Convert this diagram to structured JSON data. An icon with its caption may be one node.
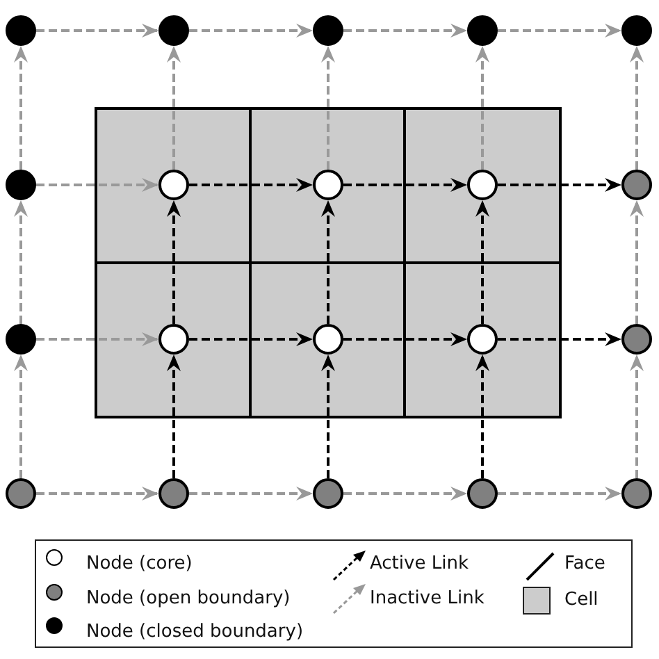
{
  "diagram": {
    "nodes": [
      {
        "text": [],
        "shape": "circle"
      },
      {
        "text": [],
        "shape": "circle"
      },
      {
        "text": [],
        "shape": "circle"
      },
      {
        "text": [],
        "shape": "circle"
      },
      {
        "text": [],
        "shape": "circle"
      },
      {
        "text": [],
        "shape": "circle"
      },
      {
        "text": [],
        "shape": "circle"
      },
      {
        "text": [],
        "shape": "circle"
      },
      {
        "text": [],
        "shape": "circle"
      },
      {
        "text": [],
        "shape": "circle"
      },
      {
        "text": [],
        "shape": "circle"
      },
      {
        "text": [],
        "shape": "circle"
      },
      {
        "text": [],
        "shape": "circle"
      },
      {
        "text": [],
        "shape": "circle"
      },
      {
        "text": [],
        "shape": "circle"
      },
      {
        "text": [],
        "shape": "circle"
      },
      {
        "text": [],
        "shape": "circle"
      },
      {
        "text": [],
        "shape": "circle"
      },
      {
        "text": [],
        "shape": "circle"
      },
      {
        "text": [],
        "shape": "circle"
      }
    ],
    "edges": [
      {
        "from": 0,
        "to": 1,
        "arrow": "to",
        "style": "dashed"
      },
      {
        "from": 1,
        "to": 2,
        "arrow": "to",
        "style": "dashed"
      },
      {
        "from": 2,
        "to": 3,
        "arrow": "to",
        "style": "dashed"
      },
      {
        "from": 3,
        "to": 4,
        "arrow": "to",
        "style": "dashed"
      },
      {
        "from": 5,
        "to": 6,
        "arrow": "to",
        "style": "dashed"
      },
      {
        "from": 6,
        "to": 7,
        "arrow": "to",
        "style": "dashed",
        "color": "#000000"
      },
      {
        "from": 7,
        "to": 8,
        "arrow": "to",
        "style": "dashed",
        "color": "#000000"
      },
      {
        "from": 8,
        "to": 9,
        "arrow": "to",
        "style": "dashed",
        "color": "#000000"
      },
      {
        "from": 10,
        "to": 11,
        "arrow": "to",
        "style": "dashed"
      },
      {
        "from": 11,
        "to": 12,
        "arrow": "to",
        "style": "dashed",
        "color": "#000000"
      },
      {
        "from": 12,
        "to": 13,
        "arrow": "to",
        "style": "dashed",
        "color": "#000000"
      },
      {
        "from": 13,
        "to": 14,
        "arrow": "to",
        "style": "dashed",
        "color": "#000000"
      },
      {
        "from": 15,
        "to": 16,
        "arrow": "to",
        "style": "dashed"
      },
      {
        "from": 16,
        "to": 17,
        "arrow": "to",
        "style": "dashed"
      },
      {
        "from": 17,
        "to": 18,
        "arrow": "to",
        "style": "dashed"
      },
      {
        "from": 18,
        "to": 19,
        "arrow": "to",
        "style": "dashed"
      },
      {
        "from": 15,
        "to": 10,
        "arrow": "to",
        "style": "dashed"
      },
      {
        "from": 10,
        "to": 5,
        "arrow": "to",
        "style": "dashed"
      },
      {
        "from": 5,
        "to": 0,
        "arrow": "to",
        "style": "dashed"
      },
      {
        "from": 16,
        "to": 11,
        "arrow": "to",
        "style": "dashed",
        "color": "#000000"
      },
      {
        "from": 11,
        "to": 6,
        "arrow": "to",
        "style": "dashed",
        "color": "#000000"
      },
      {
        "from": 6,
        "to": 1,
        "arrow": "to",
        "style": "dashed"
      },
      {
        "from": 17,
        "to": 12,
        "arrow": "to",
        "style": "dashed",
        "color": "#000000"
      },
      {
        "from": 12,
        "to": 7,
        "arrow": "to",
        "style": "dashed",
        "color": "#000000"
      },
      {
        "from": 7,
        "to": 2,
        "arrow": "to",
        "style": "dashed"
      },
      {
        "from": 18,
        "to": 13,
        "arrow": "to",
        "style": "dashed",
        "color": "#000000"
      },
      {
        "from": 13,
        "to": 8,
        "arrow": "to",
        "style": "dashed",
        "color": "#000000"
      },
      {
        "from": 8,
        "to": 3,
        "arrow": "to",
        "style": "dashed"
      },
      {
        "from": 19,
        "to": 14,
        "arrow": "to",
        "style": "dashed"
      },
      {
        "from": 14,
        "to": 9,
        "arrow": "to",
        "style": "dashed"
      },
      {
        "from": 9,
        "to": 4,
        "arrow": "to",
        "style": "dashed"
      }
    ],
    "legend": [
      {
        "text": "Node (core)",
        "color": "#ffffff"
      },
      {
        "text": "Node (open boundary)",
        "color": "#808080"
      },
      {
        "text": "Node (closed boundary)",
        "color": "#000000"
      },
      {
        "text": "Active Link"
      },
      {
        "text": "Inactive Link"
      },
      {
        "text": "Face"
      },
      {
        "text": "Cell",
        "color": "#cccccc"
      }
    ]
  }
}
